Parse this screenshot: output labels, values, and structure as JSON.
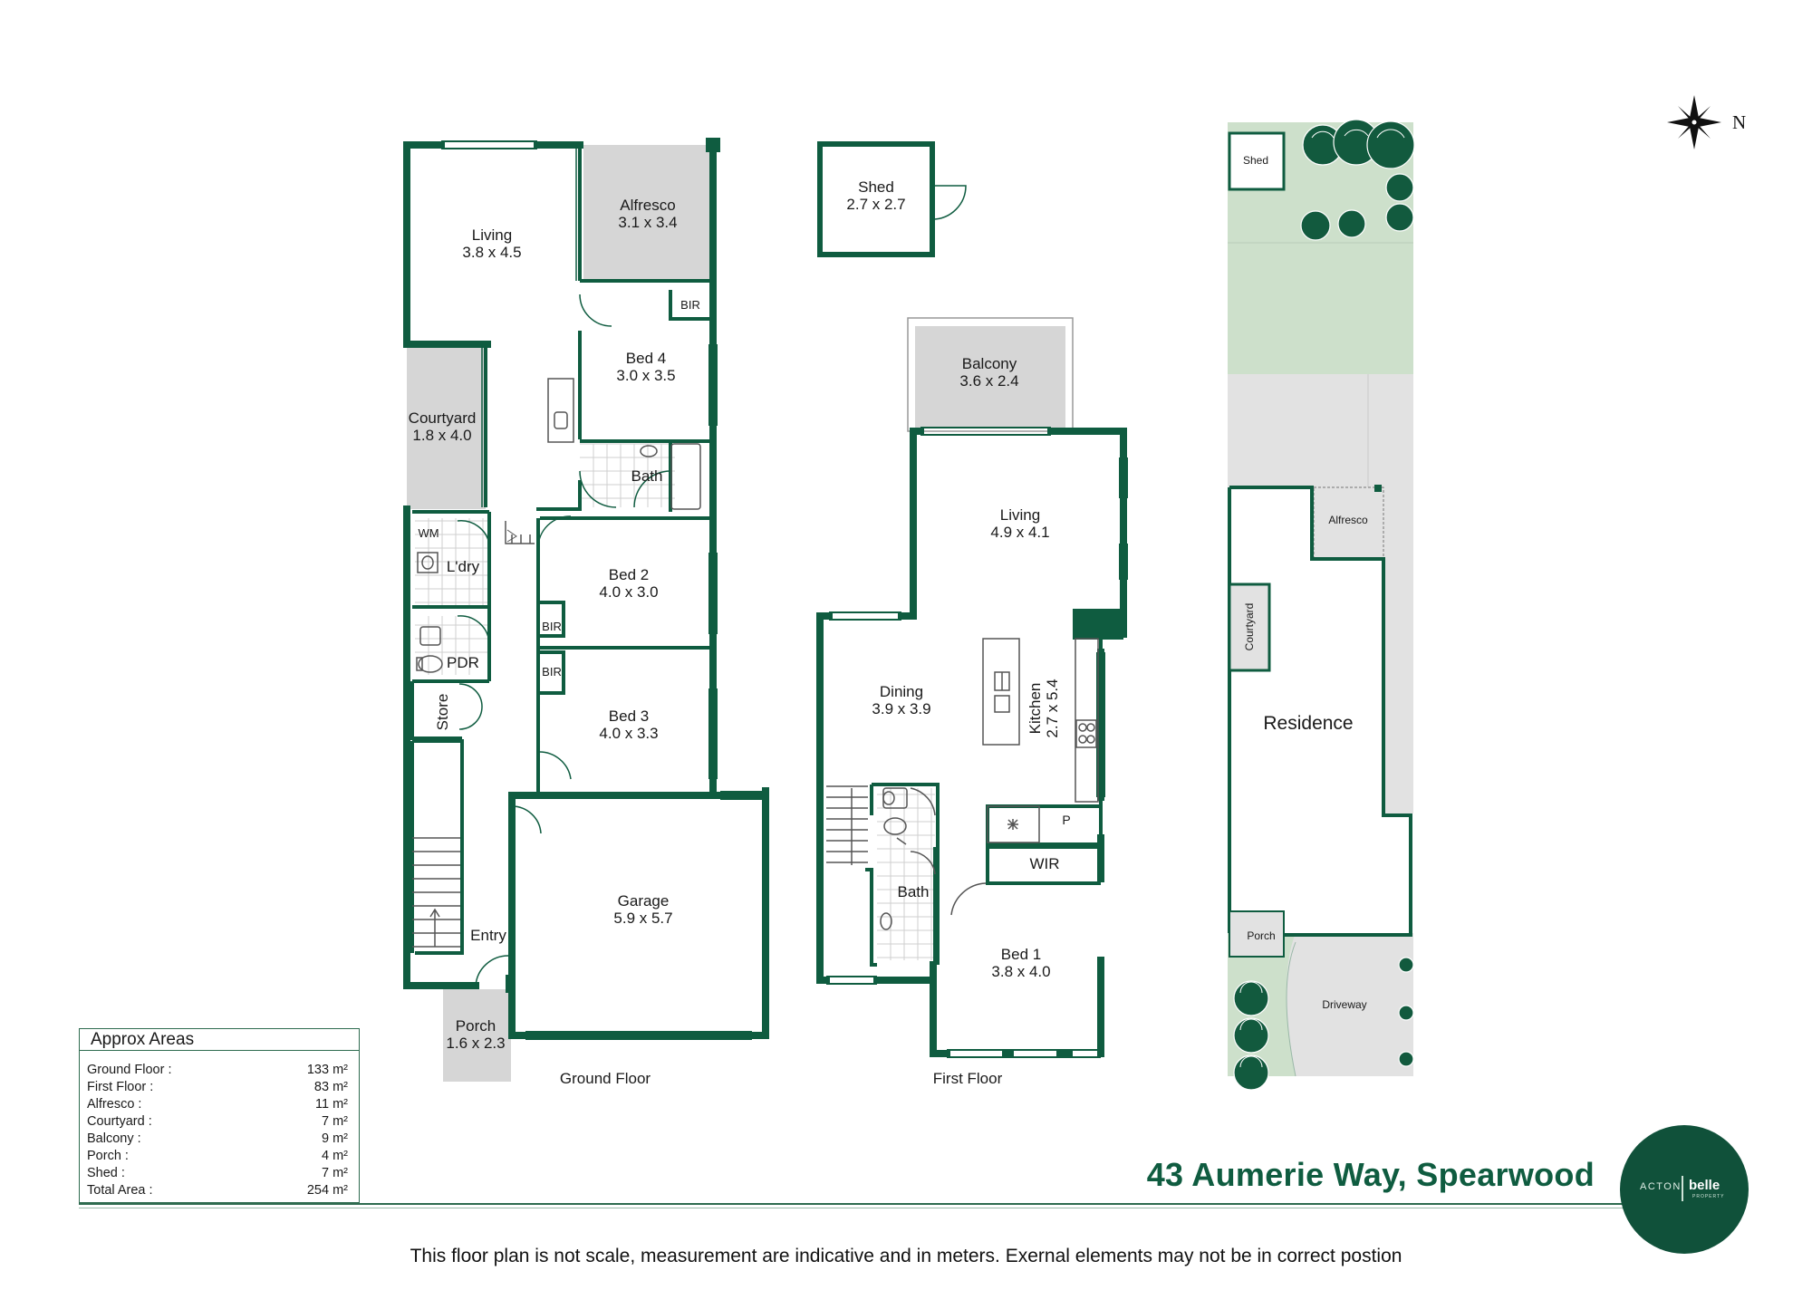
{
  "colors": {
    "wall": "#0f5c40",
    "shaded_room": "#d6d6d6",
    "lawn": "#cde0cb",
    "site_grey": "#e0e0e0",
    "tree": "#125a3e"
  },
  "icons": {
    "compass": "compass-rose-icon",
    "tree": "tree-icon"
  },
  "compass": {
    "north_label": "N"
  },
  "floors": {
    "ground": {
      "title": "Ground Floor",
      "rooms": {
        "living": {
          "name": "Living",
          "dims": "3.8 x 4.5"
        },
        "alfresco": {
          "name": "Alfresco",
          "dims": "3.1 x 3.4"
        },
        "bed4": {
          "name": "Bed 4",
          "dims": "3.0 x 3.5"
        },
        "bir_bed4": {
          "name": "BIR"
        },
        "courtyard": {
          "name": "Courtyard",
          "dims": "1.8 x 4.0"
        },
        "bath": {
          "name": "Bath"
        },
        "wm": {
          "name": "WM"
        },
        "laundry": {
          "name": "L'dry"
        },
        "bed2": {
          "name": "Bed 2",
          "dims": "4.0 x 3.0"
        },
        "bir_bed2": {
          "name": "BIR"
        },
        "bir_bed3": {
          "name": "BIR"
        },
        "pdr": {
          "name": "PDR"
        },
        "store": {
          "name": "Store"
        },
        "bed3": {
          "name": "Bed 3",
          "dims": "4.0 x 3.3"
        },
        "garage": {
          "name": "Garage",
          "dims": "5.9 x 5.7"
        },
        "entry": {
          "name": "Entry"
        },
        "porch": {
          "name": "Porch",
          "dims": "1.6 x 2.3"
        }
      }
    },
    "shed": {
      "name": "Shed",
      "dims": "2.7 x 2.7"
    },
    "first": {
      "title": "First Floor",
      "rooms": {
        "balcony": {
          "name": "Balcony",
          "dims": "3.6 x 2.4"
        },
        "living": {
          "name": "Living",
          "dims": "4.9 x 4.1"
        },
        "dining": {
          "name": "Dining",
          "dims": "3.9 x 3.9"
        },
        "kitchen": {
          "name": "Kitchen",
          "dims": "2.7 x 5.4"
        },
        "pantry": {
          "name": "P"
        },
        "wir": {
          "name": "WIR"
        },
        "bath": {
          "name": "Bath"
        },
        "bed1": {
          "name": "Bed 1",
          "dims": "3.8 x 4.0"
        }
      }
    }
  },
  "site": {
    "shed": "Shed",
    "alfresco": "Alfresco",
    "courtyard": "Courtyard",
    "residence": "Residence",
    "porch": "Porch",
    "driveway": "Driveway"
  },
  "areas": {
    "title": "Approx Areas",
    "rows": [
      {
        "label": "Ground Floor :",
        "value": "133 m²"
      },
      {
        "label": "First Floor :",
        "value": "83 m²"
      },
      {
        "label": "Alfresco :",
        "value": "11 m²"
      },
      {
        "label": "Courtyard :",
        "value": "7 m²"
      },
      {
        "label": "Balcony :",
        "value": "9 m²"
      },
      {
        "label": "Porch :",
        "value": "4 m²"
      },
      {
        "label": "Shed :",
        "value": "7 m²"
      },
      {
        "label": "Total Area :",
        "value": "254 m²"
      }
    ]
  },
  "address": "43 Aumerie Way, Spearwood",
  "logo": {
    "left": "ACTON",
    "right": "belle",
    "sub": "PROPERTY"
  },
  "disclaimer": "This floor plan is not scale, measurement are indicative and in meters. Exernal elements may not be in correct postion"
}
